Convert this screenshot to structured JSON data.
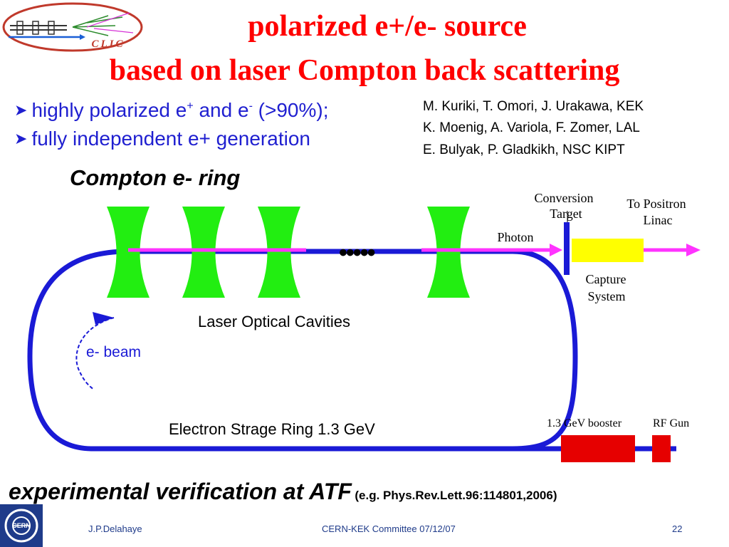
{
  "logo": {
    "text": "CLIC"
  },
  "title": {
    "line1": "polarized e+/e- source",
    "line2": "based on laser Compton back scattering"
  },
  "bullets": [
    {
      "pre": "highly polarized e",
      "sup1": "+",
      "mid": " and e",
      "sup2": "-",
      "post": " (>90%);"
    },
    {
      "text": "fully independent e+ generation"
    }
  ],
  "authors": [
    "M. Kuriki, T. Omori, J. Urakawa, KEK",
    "K. Moenig, A. Variola, F. Zomer, LAL",
    "E. Bulyak, P. Gladkikh, NSC KIPT"
  ],
  "diagram": {
    "ring_title": "Compton e- ring",
    "dots": "•••••",
    "conversion_target": [
      "Conversion",
      "Target"
    ],
    "to_positron_linac": [
      "To Positron",
      "Linac"
    ],
    "photon": "Photon",
    "capture_system": [
      "Capture",
      "System"
    ],
    "laser_cavities": "Laser Optical Cavities",
    "beam": "e- beam",
    "storage_ring": "Electron Strage Ring 1.3 GeV",
    "booster": "1.3 GeV booster",
    "rf_gun": "RF Gun"
  },
  "bottom": {
    "main": "experimental verification at ATF",
    "ref": "(e.g. Phys.Rev.Lett.96:114801,2006)"
  },
  "footer": {
    "author": "J.P.Delahaye",
    "event": "CERN-KEK Committee 07/12/07",
    "page": "22",
    "cern_logo_text": "CERN"
  },
  "colors": {
    "title": "#ff0000",
    "bullets": "#1f1fd0",
    "ring": "#1a1ad6",
    "photon_beam": "#ff33ff",
    "cavity": "#22ee11",
    "capture": "#ffff00",
    "booster": "#e60000",
    "footer": "#1f3b8a"
  }
}
